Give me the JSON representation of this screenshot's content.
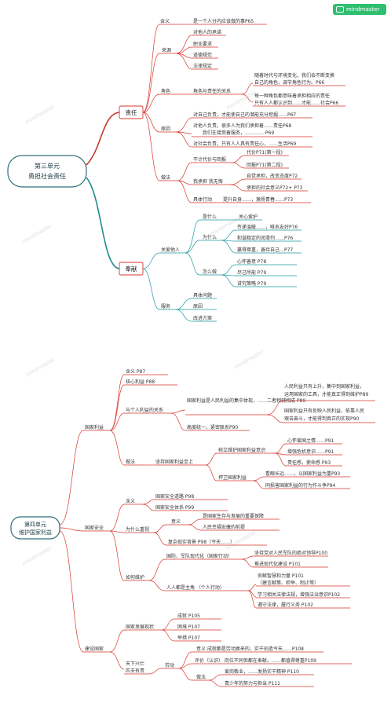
{
  "brand": {
    "name": "mindmaster",
    "accent": "#2fbf71"
  },
  "watermark": "mindmaster",
  "maps": [
    {
      "root_lines": [
        "第三单元",
        "勇担社会责任"
      ],
      "branches": [
        {
          "label": "责任",
          "children": [
            {
              "label": "含义",
              "children": [
                "是一个人分内应该做的事P65"
              ]
            },
            {
              "label": "来源",
              "children": [
                "对他人的承诺",
                "职业要求",
                "道德规范",
                "法律规定"
              ]
            },
            {
              "label": "角色",
              "children": [
                {
                  "label": "角色与责任的关系",
                  "children": [
                    "随着时代与环境变化，我们会不断变换",
                    "自己的角色，调节角色行为。P66",
                    "每一种角色都意味着承担相应的责任",
                    "只有人人都认识到……才能……社会P66"
                  ]
                }
              ]
            },
            {
              "label": "原因",
              "children": [
                "对自己负责，才能使自己的潜能充分挖掘……P67",
                "对他人负责，很多人为我们承担着……责任P68",
                "我们在接受着服务，…………  P69",
                "对社会负责，只有人人具有责任心，……生活P69"
              ]
            },
            {
              "label": "做法",
              "children": [
                {
                  "label": "不计代价与回报",
                  "children": [
                    "代价P71(第一段)",
                    "回报P71(第二段)"
                  ]
                },
                {
                  "label": "我承担 我无悔",
                  "children": [
                    "自觉承担，改变态度P72",
                    "承担的社会意义P72+ P73"
                  ]
                },
                {
                  "label": "具体行动",
                  "children": [
                    "提升自身……，激扬青春……P73"
                  ]
                }
              ]
            }
          ]
        },
        {
          "label": "奉献",
          "children": [
            {
              "label": "关爱他人",
              "children": [
                {
                  "label": "是什么",
                  "children": [
                    "关心爱护"
                  ]
                },
                {
                  "label": "为什么",
                  "children": [
                    "传递温暖……，唯系友好P76",
                    "和谐稳定的润滑剂……P76",
                    "赢得尊重，善待自己…P77"
                  ]
                },
                {
                  "label": "怎么做",
                  "children": [
                    "心怀善意         P78",
                    "尽己所能         P79",
                    "讲究策略         P79"
                  ]
                }
              ]
            },
            {
              "label": "服务",
              "children": [
                "具体问题",
                "原因",
                "改进方案"
              ]
            }
          ]
        }
      ]
    },
    {
      "root_lines": [
        "第四单元",
        "维护国家利益"
      ],
      "branches": [
        {
          "label": "国家利益",
          "children": [
            {
              "label": "含义            P87",
              "children": []
            },
            {
              "label": "核心利益           P88",
              "children": []
            },
            {
              "label": "与个人利益的关系",
              "children": [
                {
                  "label": "国家利益是人民利益的集中体现，……二者相辅相成 P89",
                  "children": [
                    "人民利益只有上升，集中到国家利益，",
                    "运用国家的工具，才能真正得到维护P89",
                    "国家利益只有反映人民利益，依靠人民",
                    "艰苦奋斗，才能得到真正的实现P90"
                  ]
                },
                {
                  "label": "高度统一，紧密联系P90",
                  "children": []
                }
              ]
            },
            {
              "label": "做法",
              "children": [
                {
                  "label": "坚持国家利益至上",
                  "children": [
                    {
                      "label": "树立维护国家利益意识",
                      "children": [
                        "心怀爱国之情……P91",
                        "增强危机意识……P91",
                        "责任感，使命感  P93"
                      ]
                    },
                    {
                      "label": "捍卫国家利益",
                      "children": [
                        "看眼长远……，以国家利益为重P93",
                        "同损害国家利益的行为作斗争P94"
                      ]
                    }
                  ]
                }
              ]
            }
          ]
        },
        {
          "label": "国家安全",
          "children": [
            {
              "label": "含义",
              "children": [
                "国家安全道路        P98",
                "国家安全体系        P99"
              ]
            },
            {
              "label": "为什么重视",
              "children": [
                {
                  "label": "意义",
                  "children": [
                    "是国家生存与发展的重要保障",
                    "人民幸福安康的前提"
                  ]
                },
                {
                  "label": "复杂现实背景          P98（今天……）",
                  "children": []
                }
              ]
            },
            {
              "label": "如何维护",
              "children": [
                {
                  "label": "国防、军队现代化（国家行动）",
                  "children": [
                    "坚持党对人民军队的绝对领导P100",
                    "推进现代化建设       P101"
                  ]
                },
                {
                  "label": "人人都是主角          （个人行动）",
                  "children": [
                    "贡献智慧和力量 P101",
                    "（建言献策、检举、制止等）",
                    "学习相关法律法规，增强法治意识P102",
                    "遵守法律，履行义务   P102"
                  ]
                }
              ]
            }
          ]
        },
        {
          "label": "建设国家",
          "children": [
            {
              "label": "国家发展现状",
              "children": [
                "成就          P105",
                "困境          P107",
                "举措          P107"
              ]
            },
            {
              "label": "天下兴亡",
              "label2": "匹夫有责",
              "children": [
                {
                  "label": "劳动",
                  "children": [
                    {
                      "label": "意义       成就都是劳动换来的，实干创造今天……P108",
                      "children": []
                    },
                    {
                      "label": "评价（认识）     岗位不同但都在奉献。……都值得尊重P109",
                      "children": []
                    },
                    {
                      "label": "做法",
                      "children": [
                        "爱岗敬业，……发扬实干精神  P110",
                        "青少年的努力与担当 P111"
                      ]
                    }
                  ]
                }
              ]
            }
          ]
        }
      ]
    }
  ]
}
